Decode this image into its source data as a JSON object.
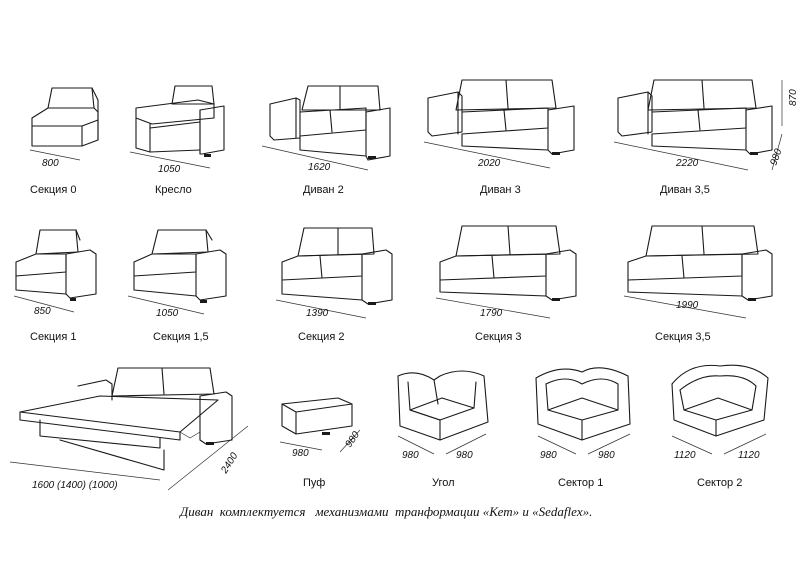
{
  "items": [
    {
      "id": "s0",
      "name": "Секция 0",
      "dims": [
        "800"
      ]
    },
    {
      "id": "kr",
      "name": "Кресло",
      "dims": [
        "1050"
      ]
    },
    {
      "id": "d2",
      "name": "Диван 2",
      "dims": [
        "1620"
      ]
    },
    {
      "id": "d3",
      "name": "Диван 3",
      "dims": [
        "2020"
      ]
    },
    {
      "id": "d35",
      "name": "Диван 3,5",
      "dims": [
        "2220",
        "870",
        "980"
      ]
    },
    {
      "id": "s1",
      "name": "Секция 1",
      "dims": [
        "850"
      ]
    },
    {
      "id": "s15",
      "name": "Секция 1,5",
      "dims": [
        "1050"
      ]
    },
    {
      "id": "s2",
      "name": "Секция 2",
      "dims": [
        "1390"
      ]
    },
    {
      "id": "s3",
      "name": "Секция 3",
      "dims": [
        "1790"
      ]
    },
    {
      "id": "s35",
      "name": "Секция 3,5",
      "dims": [
        "1990"
      ]
    },
    {
      "id": "bed",
      "name": "",
      "dims": [
        "1600 (1400) (1000)",
        "2400"
      ]
    },
    {
      "id": "puf",
      "name": "Пуф",
      "dims": [
        "980",
        "980"
      ]
    },
    {
      "id": "ug",
      "name": "Угол",
      "dims": [
        "980",
        "980"
      ]
    },
    {
      "id": "sk1",
      "name": "Сектор 1",
      "dims": [
        "980",
        "980"
      ]
    },
    {
      "id": "sk2",
      "name": "Сектор 2",
      "dims": [
        "1120",
        "1120"
      ]
    }
  ],
  "caption": "Диван  комплектуется   механизмами  транформации «Кет» и «Sedaflex»."
}
